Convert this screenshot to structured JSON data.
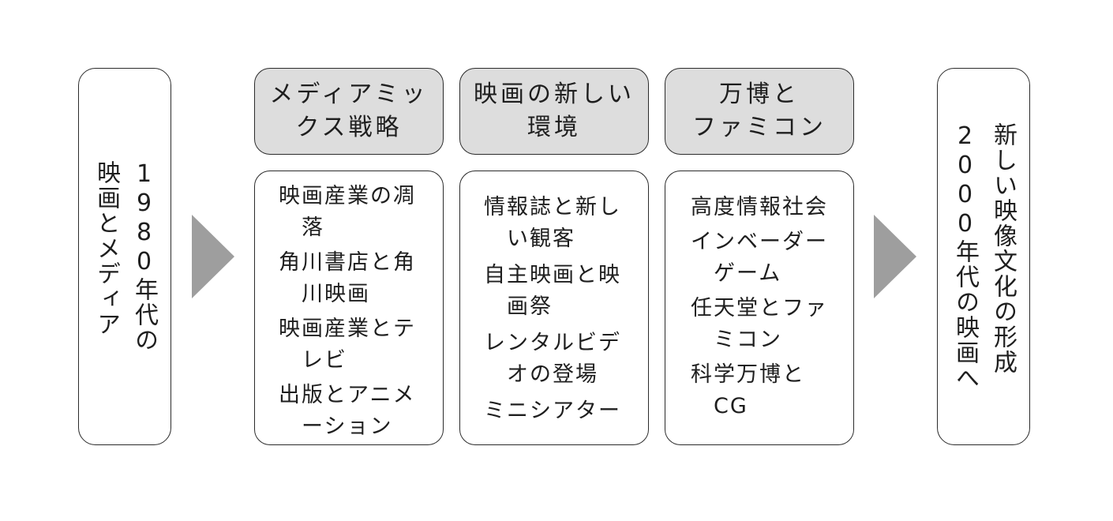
{
  "start": {
    "text": "1980年代の\n映画とメディア"
  },
  "columns": [
    {
      "header": "メディアミッ\nクス戦略",
      "items": [
        "映画産業の凋\n　落",
        "角川書店と角\n　川映画",
        "映画産業とテ\n　レビ",
        "出版とアニメ\n　ーション"
      ]
    },
    {
      "header": "映画の新しい\n環境",
      "items": [
        "情報誌と新し\n　い観客",
        "自主映画と映\n　画祭",
        "レンタルビデ\n　オの登場",
        "ミニシアター"
      ]
    },
    {
      "header": "万博と\nファミコン",
      "items": [
        "高度情報社会",
        "インベーダー\n　ゲーム",
        "任天堂とファ\n　ミコン",
        "科学万博と\n　CG"
      ]
    }
  ],
  "end": {
    "text": "新しい映像文化の形成\n2000年代の映画へ"
  },
  "colors": {
    "header_fill": "#dddddd",
    "arrow_fill": "#9e9e9e",
    "border": "#2b2b2b"
  }
}
